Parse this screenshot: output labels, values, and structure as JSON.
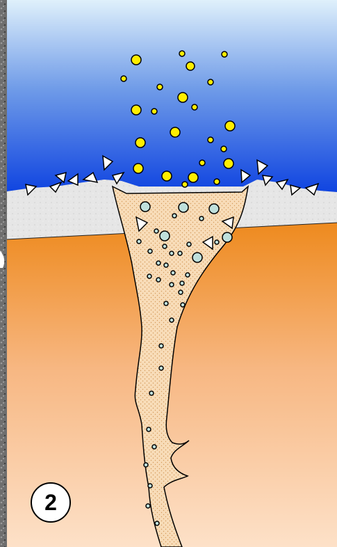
{
  "diagram": {
    "step_number": "2",
    "colors": {
      "sky_top": "#dff0fb",
      "sky_mid": "#6f9be8",
      "sky_bottom": "#0a3fe0",
      "ice": "#e6e6e6",
      "ground_top": "#ee8a1e",
      "ground_bottom": "#fde1c8",
      "conduit_fill": "#f8dcb8",
      "conduit_dots": "#d49a5a",
      "gas_bubble": "#ffee00",
      "subsurface_bubble": "#bfe0dc",
      "ejecta_triangle": "#ffffff",
      "frame_rock": "#7d7d7d"
    },
    "icons": {
      "gas_bubble": "yellow-circle",
      "subsurface_bubble": "light-blue-circle",
      "ejecta": "white-triangle"
    }
  }
}
